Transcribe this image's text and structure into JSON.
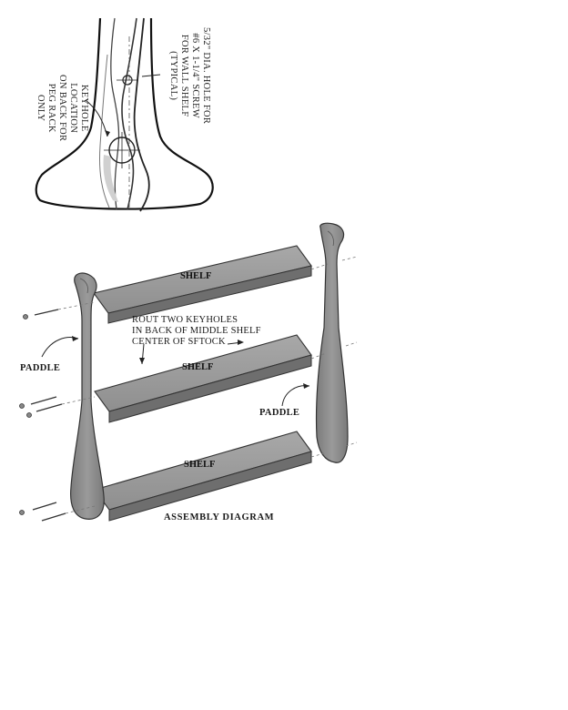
{
  "detail": {
    "screw_note": [
      "5/32\" DIA. HOLE FOR",
      "#6 X 1-1/4\" SCREW",
      "FOR WALL SHELF",
      "(TYPICAL)"
    ],
    "keyhole_note": [
      "KEYHOLE",
      "LOCATION",
      "ON BACK FOR",
      "PEG RACK",
      "ONLY"
    ]
  },
  "assembly": {
    "shelves": [
      "SHELF",
      "SHELF",
      "SHELF"
    ],
    "paddle_left": "PADDLE",
    "paddle_right": "PADDLE",
    "rout_note": [
      "ROUT TWO KEYHOLES",
      "IN BACK OF MIDDLE SHELF",
      "CENTER OF SFTOCK"
    ],
    "title": "ASSEMBLY DIAGRAM"
  }
}
